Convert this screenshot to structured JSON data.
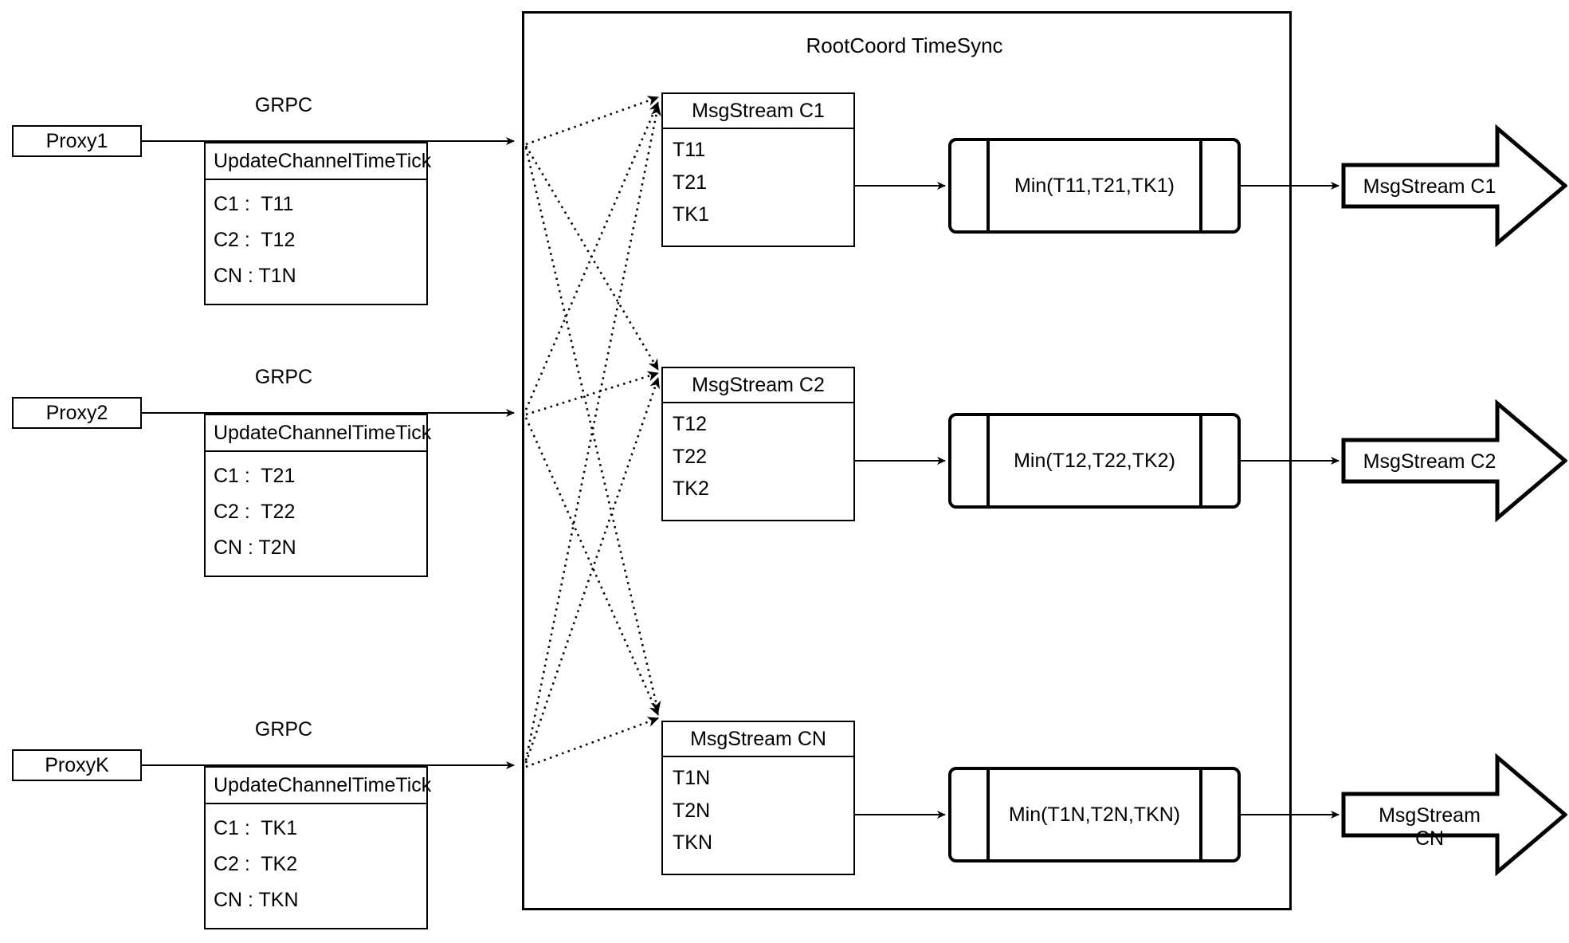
{
  "diagram": {
    "title": "RootCoord TimeSync",
    "background": "#ffffff",
    "stroke_color": "#000000"
  },
  "proxies": [
    {
      "name": "Proxy1",
      "link_label": "GRPC",
      "table": {
        "header": "UpdateChannelTimeTick",
        "rows": [
          "C1 :  T11",
          "C2 :  T12",
          "CN : T1N"
        ]
      }
    },
    {
      "name": "Proxy2",
      "link_label": "GRPC",
      "table": {
        "header": "UpdateChannelTimeTick",
        "rows": [
          "C1 :  T21",
          "C2 :  T22",
          "CN : T2N"
        ]
      }
    },
    {
      "name": "ProxyK",
      "link_label": "GRPC",
      "table": {
        "header": "UpdateChannelTimeTick",
        "rows": [
          "C1 :  TK1",
          "C2 :  TK2",
          "CN : TKN"
        ]
      }
    }
  ],
  "channels": [
    {
      "msgstream": {
        "header": "MsgStream C1",
        "rows": [
          "T11",
          "T21",
          "TK1"
        ]
      },
      "min": "Min(T11,T21,TK1)",
      "output": "MsgStream C1"
    },
    {
      "msgstream": {
        "header": "MsgStream C2",
        "rows": [
          "T12",
          "T22",
          "TK2"
        ]
      },
      "min": "Min(T12,T22,TK2)",
      "output": "MsgStream C2"
    },
    {
      "msgstream": {
        "header": "MsgStream CN",
        "rows": [
          "T1N",
          "T2N",
          "TKN"
        ]
      },
      "min": "Min(T1N,T2N,TKN)",
      "output": "MsgStream CN"
    }
  ]
}
